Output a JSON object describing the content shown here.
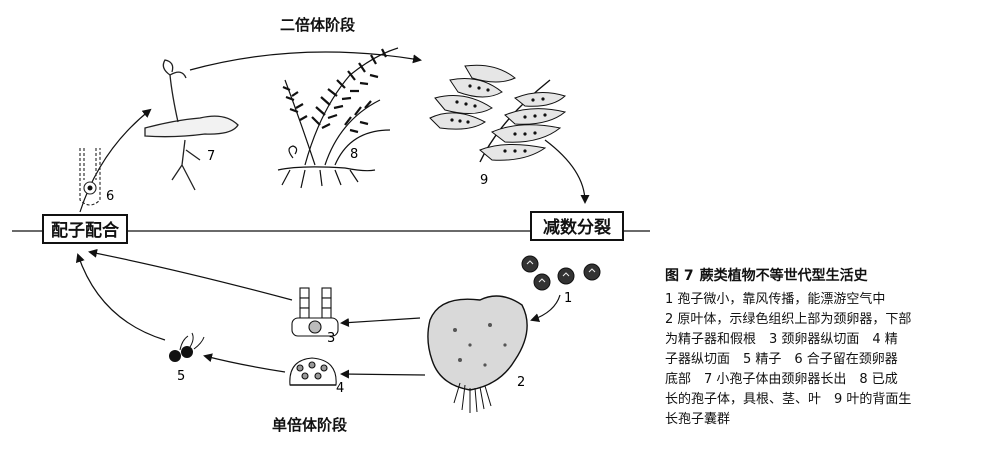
{
  "phases": {
    "diploid": "二倍体阶段",
    "haploid": "单倍体阶段"
  },
  "boxes": {
    "fertilization": "配子配合",
    "meiosis": "减数分裂"
  },
  "stage_numbers": [
    "1",
    "2",
    "3",
    "4",
    "5",
    "6",
    "7",
    "8",
    "9"
  ],
  "caption": {
    "figure_no": "图 7",
    "title": "蕨类植物不等世代型生活史",
    "lines": [
      "1 孢子微小，靠风传播，能漂游空气中",
      "2 原叶体，示绿色组织上部为颈卵器，下部",
      "为精子器和假根　3 颈卵器纵切面　4 精",
      "子器纵切面　5 精子　6 合子留在颈卵器",
      "底部　7 小孢子体由颈卵器长出　8 已成",
      "长的孢子体，具根、茎、叶　9 叶的背面生",
      "长孢子囊群"
    ]
  }
}
